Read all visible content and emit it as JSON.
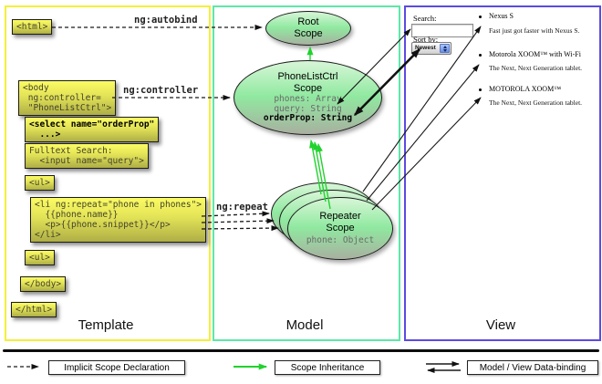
{
  "colors": {
    "template-border": "#f4ef3b",
    "model-border": "#5de8a9",
    "view-border": "#5b4be0",
    "arrow-green": "#21d22e",
    "box-yellow-top": "#fbfb64",
    "box-yellow-bottom": "#aeae46",
    "ellipse-top": "#d8f6d8",
    "ellipse-mid": "#90e9a0",
    "ellipse-bottom": "#a8b0a0",
    "code-text": "#43432b"
  },
  "columns": {
    "template_label": "Template",
    "model_label": "Model",
    "view_label": "View"
  },
  "arrow_labels": {
    "autobind": "ng:autobind",
    "controller": "ng:controller",
    "repeat": "ng:repeat"
  },
  "template_code": {
    "html_open": "<html>",
    "body_open": "<body\n ng:controller=\n \"PhoneListCtrl\">",
    "select": "<select name=\"orderProp\"\n  ...>",
    "fulltext": "Fulltext Search:\n  <input name=\"query\">",
    "ul_open": "<ul>",
    "li_repeat": "<li ng:repeat=\"phone in phones\">\n  {{phone.name}}\n  <p>{{phone.snippet}}</p>\n</li>",
    "ul_close": "<ul>",
    "body_close": "</body>",
    "html_close": "</html>"
  },
  "scopes": {
    "root_title": "Root\nScope",
    "phonelist_title": "PhoneListCtrl\nScope",
    "phonelist_prop_phones": "phones: Array",
    "phonelist_prop_query": "query: String",
    "phonelist_prop_orderprop": "orderProp: String",
    "repeater_title": "Repeater\nScope",
    "repeater_prop_phone": "phone: Object"
  },
  "view": {
    "search_label": "Search:",
    "search_value": "",
    "sort_label": "Sort by:",
    "sort_value": "Newest",
    "items": [
      {
        "title": "Nexus S",
        "desc": "Fast just got faster with Nexus S."
      },
      {
        "title": "Motorola XOOM™  with Wi-Fi",
        "desc": "The Next, Next Generation tablet."
      },
      {
        "title": "MOTOROLA XOOM™",
        "desc": "The Next, Next Generation tablet."
      }
    ]
  },
  "legend": {
    "implicit": "Implicit Scope Declaration",
    "inheritance": "Scope Inheritance",
    "binding": "Model / View Data-binding"
  }
}
